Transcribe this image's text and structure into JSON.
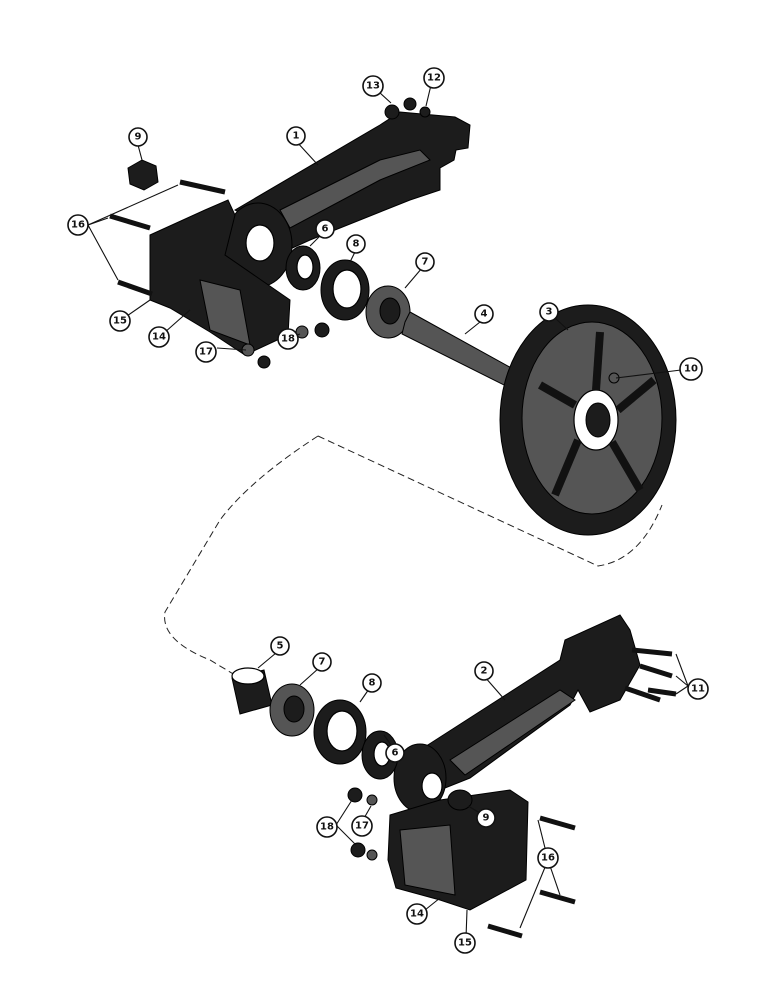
{
  "diagram": {
    "callouts": [
      {
        "id": "c1",
        "label": "1"
      },
      {
        "id": "c2",
        "label": "2"
      },
      {
        "id": "c3",
        "label": "3"
      },
      {
        "id": "c4",
        "label": "4"
      },
      {
        "id": "c5",
        "label": "5"
      },
      {
        "id": "c6a",
        "label": "6"
      },
      {
        "id": "c6b",
        "label": "6"
      },
      {
        "id": "c7a",
        "label": "7"
      },
      {
        "id": "c7b",
        "label": "7"
      },
      {
        "id": "c8a",
        "label": "8"
      },
      {
        "id": "c8b",
        "label": "8"
      },
      {
        "id": "c9a",
        "label": "9"
      },
      {
        "id": "c9b",
        "label": "9"
      },
      {
        "id": "c10",
        "label": "10"
      },
      {
        "id": "c11",
        "label": "11"
      },
      {
        "id": "c12",
        "label": "12"
      },
      {
        "id": "c13",
        "label": "13"
      },
      {
        "id": "c14a",
        "label": "14"
      },
      {
        "id": "c14b",
        "label": "14"
      },
      {
        "id": "c15a",
        "label": "15"
      },
      {
        "id": "c15b",
        "label": "15"
      },
      {
        "id": "c16a",
        "label": "16"
      },
      {
        "id": "c16b",
        "label": "16"
      },
      {
        "id": "c17a",
        "label": "17"
      },
      {
        "id": "c17b",
        "label": "17"
      },
      {
        "id": "c18a",
        "label": "18"
      },
      {
        "id": "c18b",
        "label": "18"
      }
    ]
  }
}
